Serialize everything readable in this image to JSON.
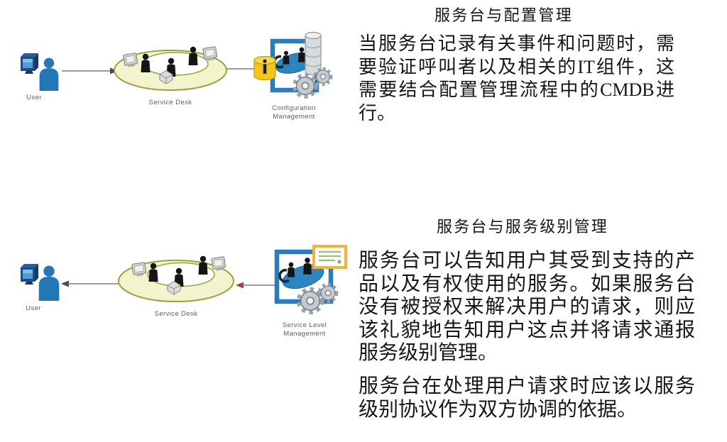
{
  "sections": [
    {
      "title": "服务台与配置管理",
      "body_lines": [
        "当服务台记录有关事件和问题时，需",
        "要验证呼叫者以及相关的IT组件，这",
        "需要结合配置管理流程中的CMDB进",
        "行。"
      ],
      "diagram": {
        "user_label": "User",
        "desk_label": "Service Desk",
        "mgmt_label1": "Configuration",
        "mgmt_label2": "Management",
        "arrows": [
          "user-to-service-desk",
          "service-desk-to-configuration-management"
        ]
      }
    },
    {
      "title": "服务台与服务级别管理",
      "body1_lines": [
        "服务台可以告知用户其受到支持的产",
        "品以及有权使用的服务。如果服务台",
        "没有被授权来解决用户的请求，则应",
        "该礼貌地告知用户这点并将请求通报",
        "服务级别管理。"
      ],
      "body2_lines": [
        "服务台在处理用户请求时应该以服务",
        "级别协议作为双方协调的依据。"
      ],
      "diagram": {
        "user_label": "User",
        "desk_label": "Service Desk",
        "mgmt_label1": "Service Level",
        "mgmt_label2": "Management",
        "arrows": [
          "service-desk-to-user",
          "service-level-management-to-service-desk"
        ]
      }
    }
  ],
  "colors": {
    "frame_blue": "#2b7cba",
    "blob_blue": "#2e86c1",
    "user_blue": "#2278b5",
    "ring_fill": "#f3f3ce",
    "ring_stroke": "#97a23f",
    "cylinder_yellow": "#f3c51f",
    "certificate_yellow": "#f2b43c",
    "arrow_gray": "#7d7d7d",
    "arrow_red": "#9c3c3c",
    "text_black": "#161616",
    "label_gray": "#5d5d5d"
  }
}
